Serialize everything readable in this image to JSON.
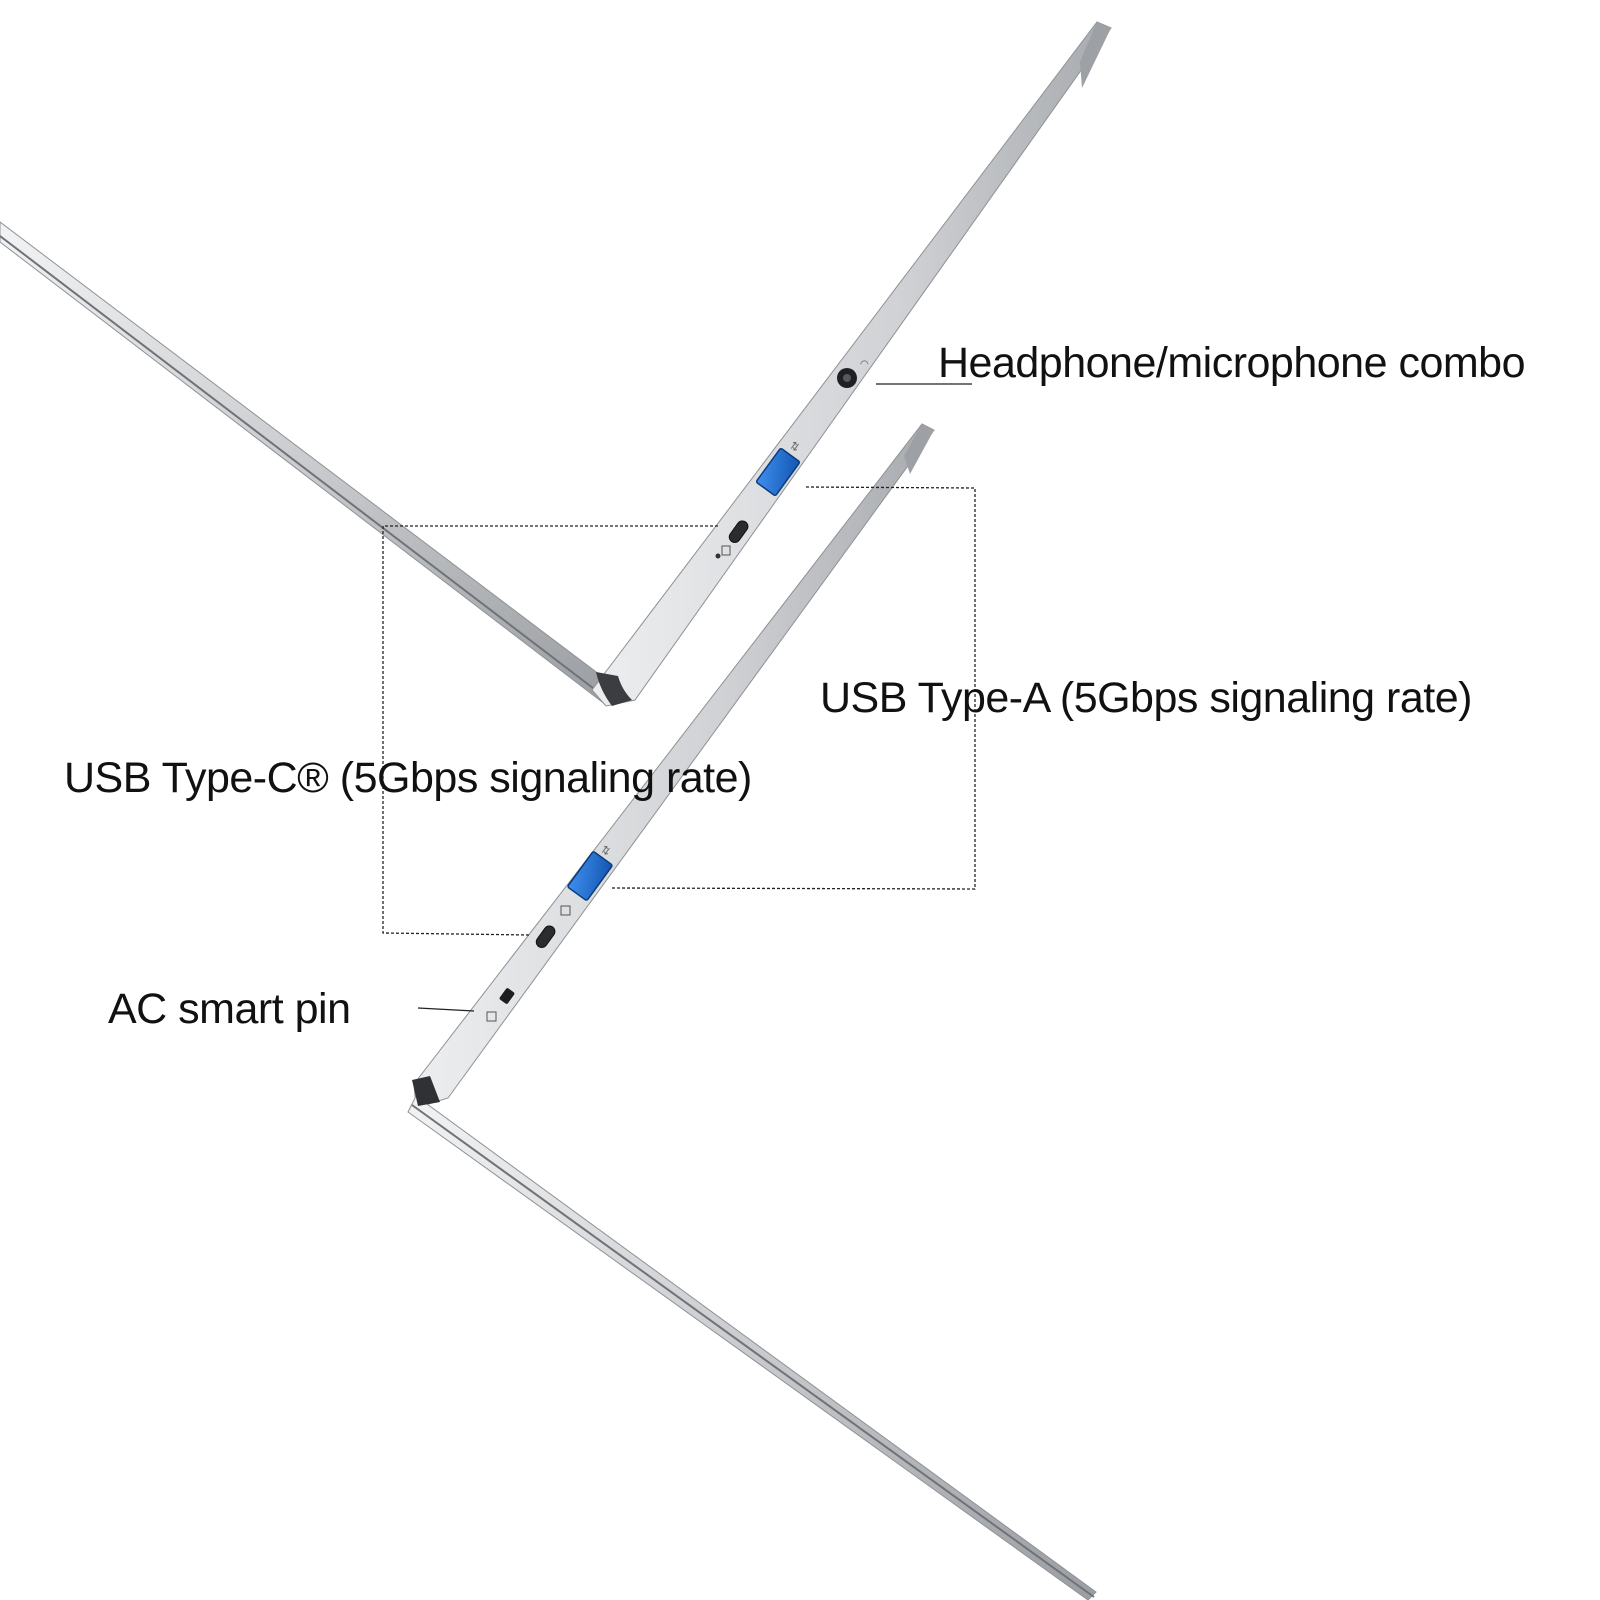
{
  "callouts": {
    "headphone": "Headphone/microphone combo",
    "usb_a": "USB Type-A (5Gbps signaling rate)",
    "usb_c": "USB Type-C® (5Gbps signaling rate)",
    "ac_pin": "AC smart pin"
  },
  "colors": {
    "background": "#ffffff",
    "chassis_silver": "#cfd1d4",
    "chassis_shadow": "#8c8f94",
    "usb_a_port_blue": "#1e6fd0",
    "callout_text": "#111111"
  }
}
